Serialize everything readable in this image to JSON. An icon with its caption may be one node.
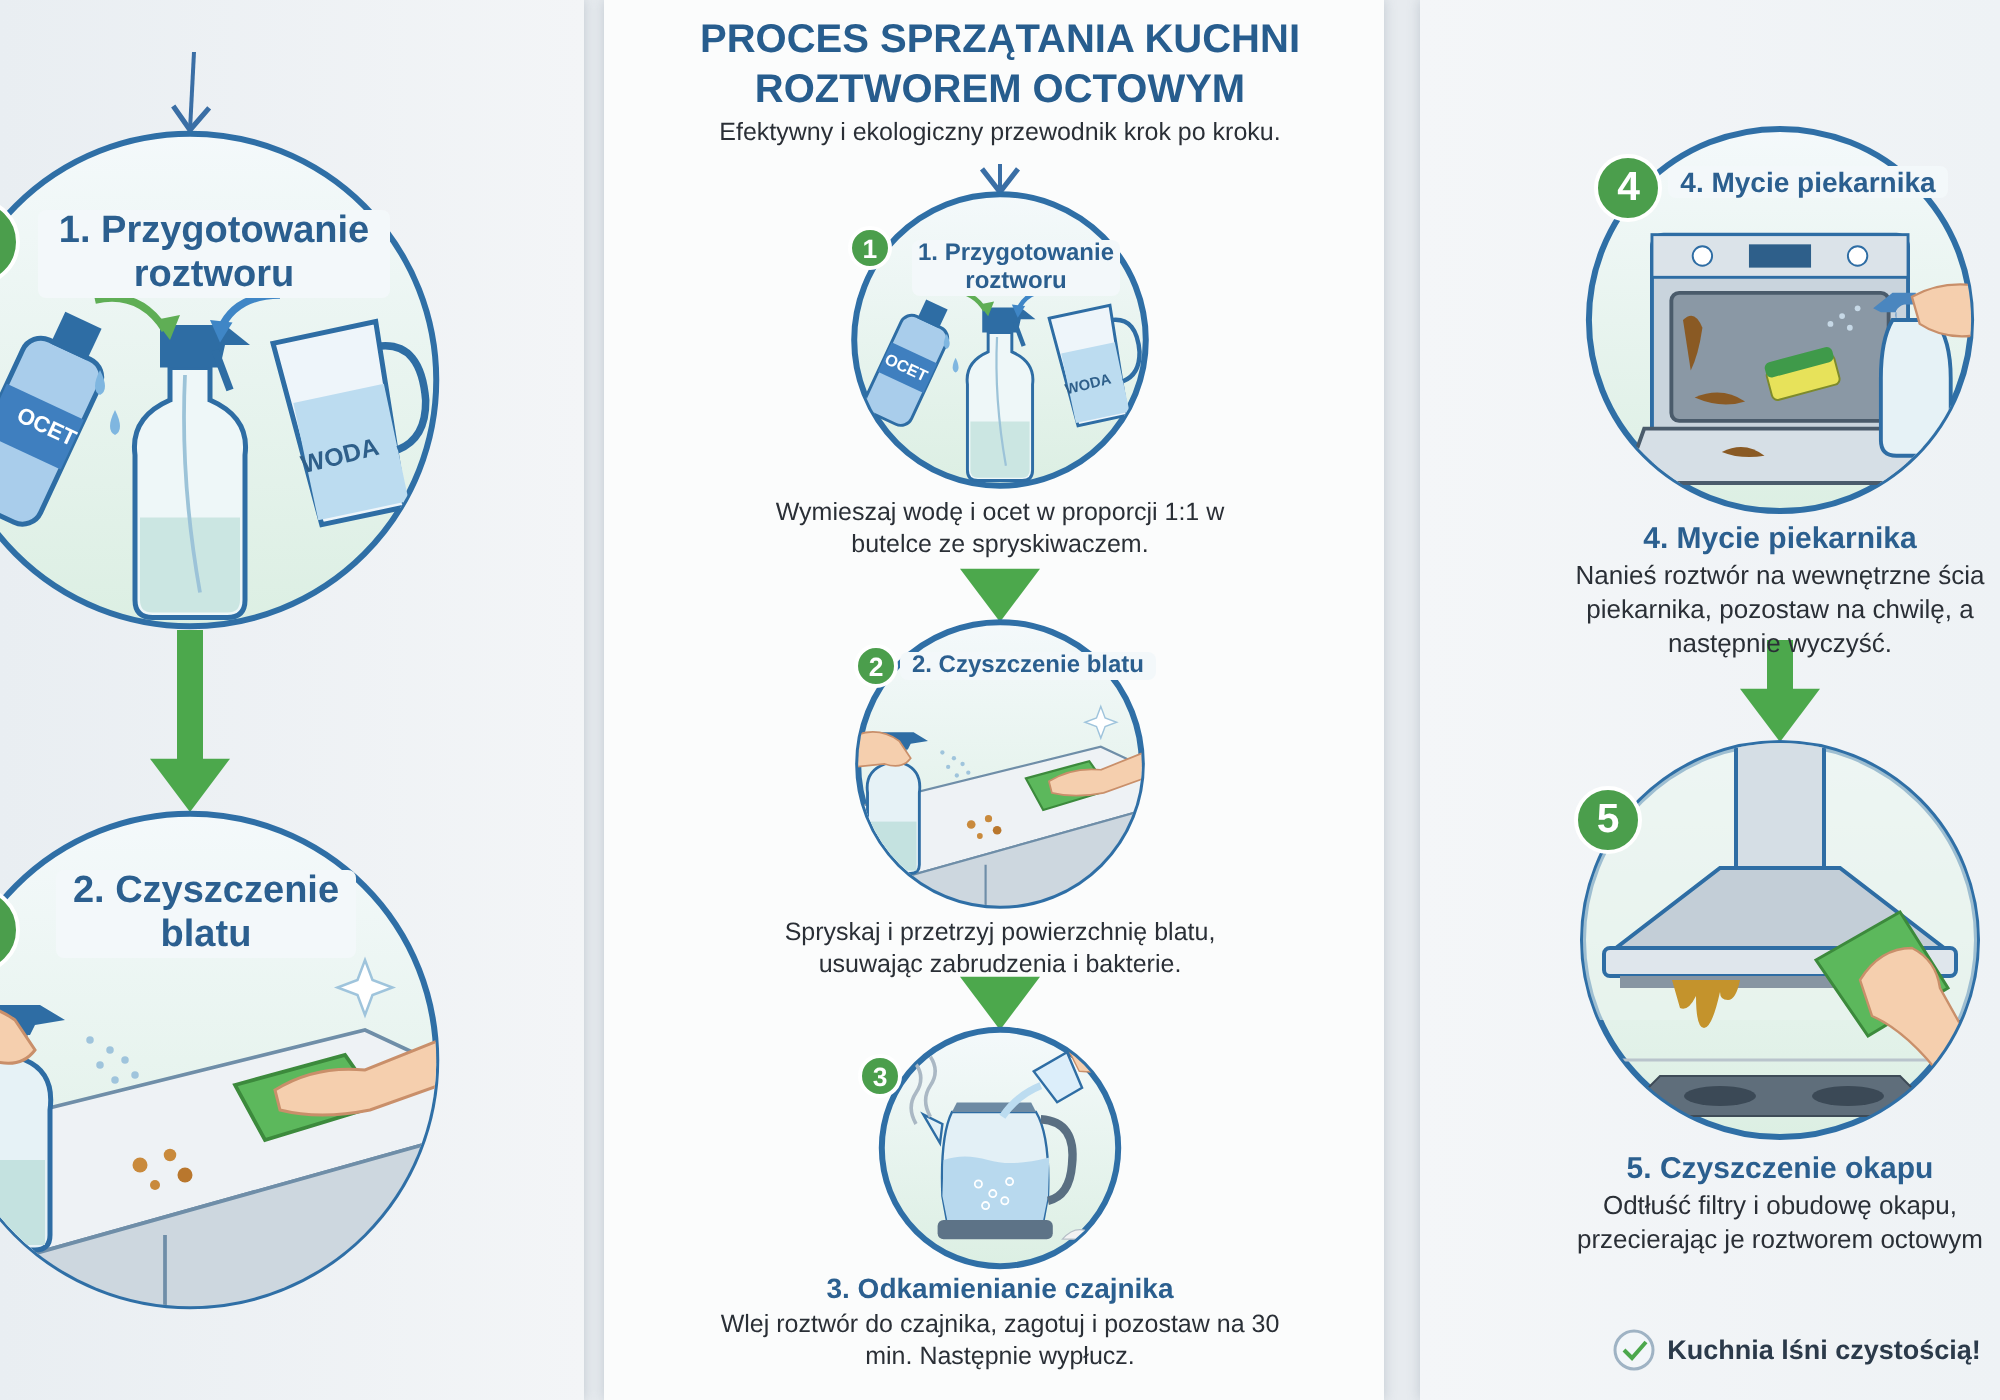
{
  "diagram": {
    "title": "PROCES SPRZĄTANIA KUCHNI ROZTWOREM OCTOWYM",
    "nodes": [
      {
        "text": [
          "1. Przygotowanie roztworu"
        ]
      },
      {
        "text": [
          "2. Czyszczenie blatu"
        ]
      },
      {
        "text": [
          "1",
          "1. Przygotowanie roztworu"
        ],
        "beside": [
          "Wymieszaj wodę i ocet w proporcji 1:1 w butelce ze spryskiwaczem."
        ]
      },
      {
        "text": [
          "2",
          "2. Czyszczenie blatu"
        ],
        "beside": [
          "Spryskaj i przetrzyj powierzchnię blatu, usuwając zabrudzenia i bakterie."
        ]
      },
      {
        "text": [
          "3"
        ],
        "beside": [
          "3. Odkamienianie czajnika",
          "Wlej roztwór do czajnika, zagotuj i pozostaw na 30 min. Następnie wypłucz."
        ]
      },
      {
        "text": [
          "4",
          "4. Mycie piekarnika"
        ],
        "beside": [
          "4. Mycie piekarnika",
          "Nanieś roztwór na wewnętrzne ścia piekarnika, pozostaw na chwilę, a następnie wyczyść."
        ]
      },
      {
        "text": [
          "5"
        ],
        "beside": [
          "5. Czyszczenie okapu",
          "Odtłuść filtry i obudowę okapu, przecierając je roztworem octowym"
        ]
      }
    ],
    "edges": [
      {
        "from": null,
        "to": 0,
        "arrow": "to",
        "color": "#3a6ea5"
      },
      {
        "from": 0,
        "to": 1,
        "arrow": "to"
      },
      {
        "from": null,
        "to": 2,
        "arrow": "to",
        "color": "#3a6ea5"
      },
      {
        "from": 2,
        "to": 3,
        "arrow": "to"
      },
      {
        "from": 3,
        "to": 4,
        "arrow": "to"
      },
      {
        "from": 5,
        "to": 6,
        "arrow": "to"
      }
    ],
    "labels": [
      "Efektywny i ekologiczny przewodnik krok po kroku.",
      "OCET",
      "WODA",
      "OCET",
      "WODA",
      "Kuchnia lśni czystością!"
    ]
  }
}
